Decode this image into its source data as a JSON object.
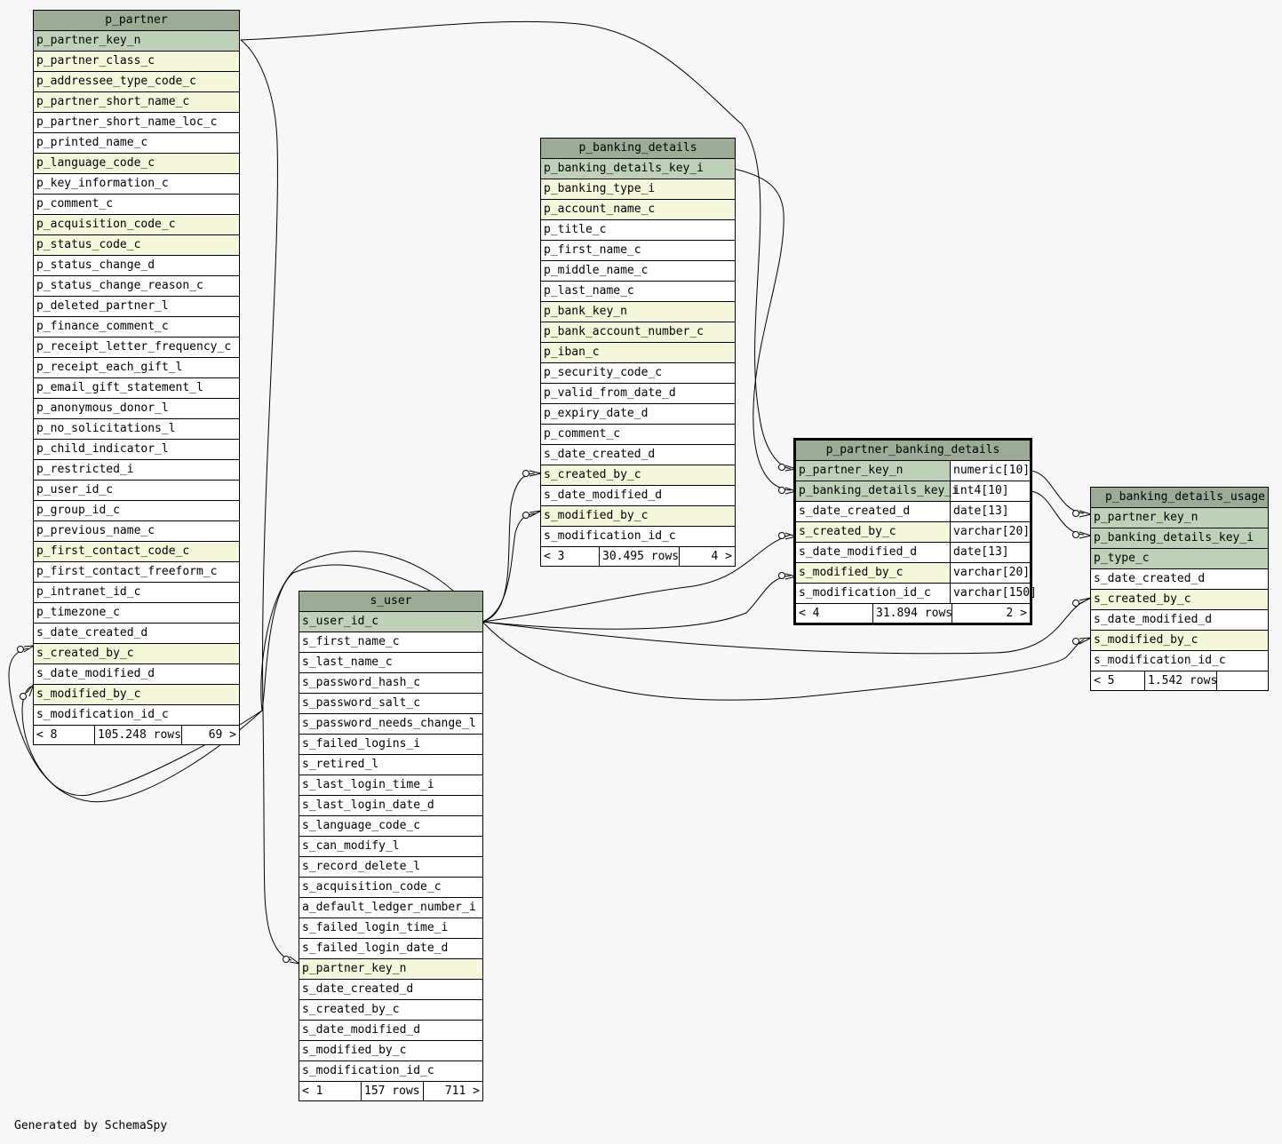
{
  "tables": {
    "p_partner": {
      "name": "p_partner",
      "columns": [
        {
          "name": "p_partner_key_n",
          "kind": "pk"
        },
        {
          "name": "p_partner_class_c",
          "kind": "fk"
        },
        {
          "name": "p_addressee_type_code_c",
          "kind": "fk"
        },
        {
          "name": "p_partner_short_name_c",
          "kind": "fk"
        },
        {
          "name": "p_partner_short_name_loc_c",
          "kind": "plain"
        },
        {
          "name": "p_printed_name_c",
          "kind": "plain"
        },
        {
          "name": "p_language_code_c",
          "kind": "fk"
        },
        {
          "name": "p_key_information_c",
          "kind": "plain"
        },
        {
          "name": "p_comment_c",
          "kind": "plain"
        },
        {
          "name": "p_acquisition_code_c",
          "kind": "fk"
        },
        {
          "name": "p_status_code_c",
          "kind": "fk"
        },
        {
          "name": "p_status_change_d",
          "kind": "plain"
        },
        {
          "name": "p_status_change_reason_c",
          "kind": "plain"
        },
        {
          "name": "p_deleted_partner_l",
          "kind": "plain"
        },
        {
          "name": "p_finance_comment_c",
          "kind": "plain"
        },
        {
          "name": "p_receipt_letter_frequency_c",
          "kind": "plain"
        },
        {
          "name": "p_receipt_each_gift_l",
          "kind": "plain"
        },
        {
          "name": "p_email_gift_statement_l",
          "kind": "plain"
        },
        {
          "name": "p_anonymous_donor_l",
          "kind": "plain"
        },
        {
          "name": "p_no_solicitations_l",
          "kind": "plain"
        },
        {
          "name": "p_child_indicator_l",
          "kind": "plain"
        },
        {
          "name": "p_restricted_i",
          "kind": "plain"
        },
        {
          "name": "p_user_id_c",
          "kind": "plain"
        },
        {
          "name": "p_group_id_c",
          "kind": "plain"
        },
        {
          "name": "p_previous_name_c",
          "kind": "plain"
        },
        {
          "name": "p_first_contact_code_c",
          "kind": "fk"
        },
        {
          "name": "p_first_contact_freeform_c",
          "kind": "plain"
        },
        {
          "name": "p_intranet_id_c",
          "kind": "plain"
        },
        {
          "name": "p_timezone_c",
          "kind": "plain"
        },
        {
          "name": "s_date_created_d",
          "kind": "plain"
        },
        {
          "name": "s_created_by_c",
          "kind": "fk"
        },
        {
          "name": "s_date_modified_d",
          "kind": "plain"
        },
        {
          "name": "s_modified_by_c",
          "kind": "fk"
        },
        {
          "name": "s_modification_id_c",
          "kind": "plain"
        }
      ],
      "footer": {
        "parents": "< 8",
        "rows": "105.248 rows",
        "children": "69 >"
      }
    },
    "p_banking_details": {
      "name": "p_banking_details",
      "columns": [
        {
          "name": "p_banking_details_key_i",
          "kind": "pk"
        },
        {
          "name": "p_banking_type_i",
          "kind": "fk"
        },
        {
          "name": "p_account_name_c",
          "kind": "fk"
        },
        {
          "name": "p_title_c",
          "kind": "plain"
        },
        {
          "name": "p_first_name_c",
          "kind": "plain"
        },
        {
          "name": "p_middle_name_c",
          "kind": "plain"
        },
        {
          "name": "p_last_name_c",
          "kind": "plain"
        },
        {
          "name": "p_bank_key_n",
          "kind": "fk"
        },
        {
          "name": "p_bank_account_number_c",
          "kind": "fk"
        },
        {
          "name": "p_iban_c",
          "kind": "fk"
        },
        {
          "name": "p_security_code_c",
          "kind": "plain"
        },
        {
          "name": "p_valid_from_date_d",
          "kind": "plain"
        },
        {
          "name": "p_expiry_date_d",
          "kind": "plain"
        },
        {
          "name": "p_comment_c",
          "kind": "plain"
        },
        {
          "name": "s_date_created_d",
          "kind": "plain"
        },
        {
          "name": "s_created_by_c",
          "kind": "fk"
        },
        {
          "name": "s_date_modified_d",
          "kind": "plain"
        },
        {
          "name": "s_modified_by_c",
          "kind": "fk"
        },
        {
          "name": "s_modification_id_c",
          "kind": "plain"
        }
      ],
      "footer": {
        "parents": "< 3",
        "rows": "30.495 rows",
        "children": "4 >"
      }
    },
    "s_user": {
      "name": "s_user",
      "columns": [
        {
          "name": "s_user_id_c",
          "kind": "pk"
        },
        {
          "name": "s_first_name_c",
          "kind": "plain"
        },
        {
          "name": "s_last_name_c",
          "kind": "plain"
        },
        {
          "name": "s_password_hash_c",
          "kind": "plain"
        },
        {
          "name": "s_password_salt_c",
          "kind": "plain"
        },
        {
          "name": "s_password_needs_change_l",
          "kind": "plain"
        },
        {
          "name": "s_failed_logins_i",
          "kind": "plain"
        },
        {
          "name": "s_retired_l",
          "kind": "plain"
        },
        {
          "name": "s_last_login_time_i",
          "kind": "plain"
        },
        {
          "name": "s_last_login_date_d",
          "kind": "plain"
        },
        {
          "name": "s_language_code_c",
          "kind": "plain"
        },
        {
          "name": "s_can_modify_l",
          "kind": "plain"
        },
        {
          "name": "s_record_delete_l",
          "kind": "plain"
        },
        {
          "name": "s_acquisition_code_c",
          "kind": "plain"
        },
        {
          "name": "a_default_ledger_number_i",
          "kind": "plain"
        },
        {
          "name": "s_failed_login_time_i",
          "kind": "plain"
        },
        {
          "name": "s_failed_login_date_d",
          "kind": "plain"
        },
        {
          "name": "p_partner_key_n",
          "kind": "fk"
        },
        {
          "name": "s_date_created_d",
          "kind": "plain"
        },
        {
          "name": "s_created_by_c",
          "kind": "plain"
        },
        {
          "name": "s_date_modified_d",
          "kind": "plain"
        },
        {
          "name": "s_modified_by_c",
          "kind": "plain"
        },
        {
          "name": "s_modification_id_c",
          "kind": "plain"
        }
      ],
      "footer": {
        "parents": "< 1",
        "rows": "157 rows",
        "children": "711 >"
      }
    },
    "p_partner_banking_details": {
      "name": "p_partner_banking_details",
      "columns": [
        {
          "name": "p_partner_key_n",
          "type": "numeric[10]",
          "kind": "pk"
        },
        {
          "name": "p_banking_details_key_i",
          "type": "int4[10]",
          "kind": "pk"
        },
        {
          "name": "s_date_created_d",
          "type": "date[13]",
          "kind": "plain"
        },
        {
          "name": "s_created_by_c",
          "type": "varchar[20]",
          "kind": "fk"
        },
        {
          "name": "s_date_modified_d",
          "type": "date[13]",
          "kind": "plain"
        },
        {
          "name": "s_modified_by_c",
          "type": "varchar[20]",
          "kind": "fk"
        },
        {
          "name": "s_modification_id_c",
          "type": "varchar[150]",
          "kind": "plain"
        }
      ],
      "footer": {
        "parents": "< 4",
        "rows": "31.894 rows",
        "children": "2 >"
      }
    },
    "p_banking_details_usage": {
      "name": "p_banking_details_usage",
      "columns": [
        {
          "name": "p_partner_key_n",
          "kind": "pk"
        },
        {
          "name": "p_banking_details_key_i",
          "kind": "pk"
        },
        {
          "name": "p_type_c",
          "kind": "pk"
        },
        {
          "name": "s_date_created_d",
          "kind": "plain"
        },
        {
          "name": "s_created_by_c",
          "kind": "fk"
        },
        {
          "name": "s_date_modified_d",
          "kind": "plain"
        },
        {
          "name": "s_modified_by_c",
          "kind": "fk"
        },
        {
          "name": "s_modification_id_c",
          "kind": "plain"
        }
      ],
      "footer": {
        "parents": "< 5",
        "rows": "1.542 rows",
        "children": ""
      }
    }
  },
  "credit": "Generated by SchemaSpy",
  "colors": {
    "header": "#9bab96",
    "pk": "#bed1b8",
    "fk": "#f4f7da",
    "plain": "#ffffff",
    "background": "#f7f7f7"
  }
}
